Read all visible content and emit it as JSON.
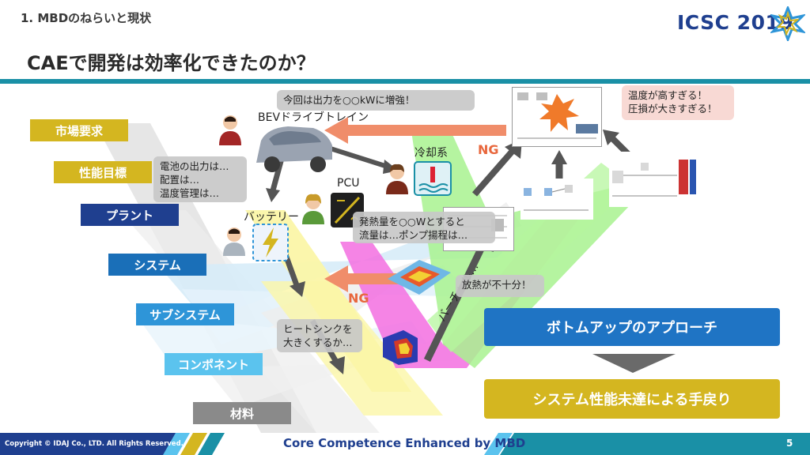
{
  "header": {
    "section_label": "1. MBDのねらいと現状",
    "logo_text": "ICSC 2019",
    "title": "CAEで開発は効率化できたのか？"
  },
  "levels": [
    {
      "label": "市場要求",
      "color": "#d4b620"
    },
    {
      "label": "性能目標",
      "color": "#d4b620"
    },
    {
      "label": "プラント",
      "color": "#1f3f8f"
    },
    {
      "label": "システム",
      "color": "#1a6fb8"
    },
    {
      "label": "サブシステム",
      "color": "#2e95d8"
    },
    {
      "label": "コンポネント",
      "color": "#5bc3ee"
    },
    {
      "label": "材料",
      "color": "#8a8a8a"
    }
  ],
  "bubbles": {
    "increase_output": "今回は出力を○○kWに増強！",
    "battery_question": "電池の出力は…\n配置は…\n温度管理は…",
    "heat_question": "発熱量を○○Wとすると\n流量は…ポンプ揚程は…",
    "heatsink": "ヒートシンクを\n大きくするか…",
    "cooling_insufficient": "放熱が不十分！",
    "temp_high": "温度が高すぎる！\n圧損が大きすぎる！"
  },
  "labels": {
    "bev": "BEVドライブトレイン",
    "cooling": "冷却系",
    "pcu": "PCU",
    "battery": "バッテリー",
    "ng1": "NG",
    "ng2": "NG",
    "virtual": "バーチャル…"
  },
  "boxes": {
    "bottom_up": "ボトムアップのアプローチ",
    "rework": "システム性能未達による手戻り"
  },
  "footer": {
    "copyright": "Copyright © IDAJ Co., LTD. All Rights Reserved.",
    "center": "Core Competence Enhanced by MBD",
    "page": "5"
  },
  "colors": {
    "accent": "#1a90a6",
    "ng": "#e8673d",
    "bottom_up": "#1f74c4",
    "rework": "#d4b620"
  }
}
